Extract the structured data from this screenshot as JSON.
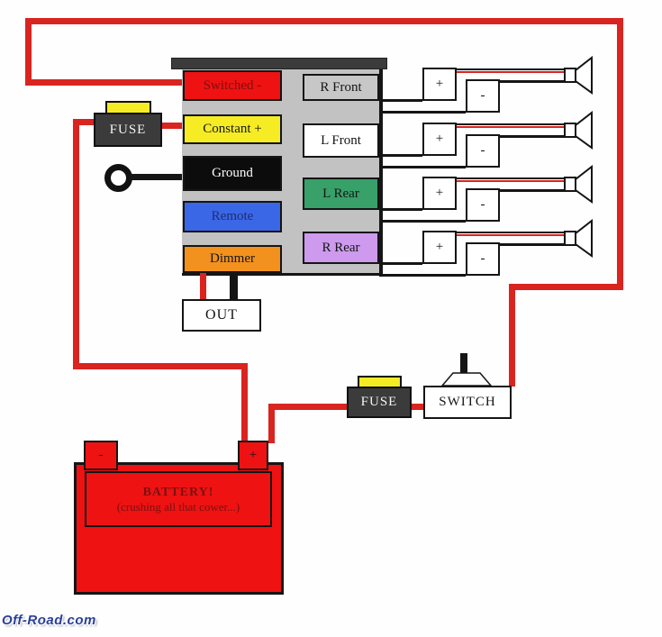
{
  "head_unit": {
    "wires": [
      {
        "label": "Switched -",
        "box_color": "#ee1212",
        "label_color": "#7d0f0f"
      },
      {
        "label": "Constant +",
        "box_color": "#f5ec24",
        "label_color": "#151515"
      },
      {
        "label": "Ground",
        "box_color": "#0c0c0c",
        "label_color": "#ffffff"
      },
      {
        "label": "Remote",
        "box_color": "#3a67e6",
        "label_color": "#1c2d77"
      },
      {
        "label": "Dimmer",
        "box_color": "#f2911d",
        "label_color": "#151515"
      }
    ],
    "channels": [
      {
        "label": "R Front",
        "box_color": "#c7c7c7",
        "label_color": "#151515"
      },
      {
        "label": "L Front",
        "box_color": "#ffffff",
        "label_color": "#151515"
      },
      {
        "label": "L Rear",
        "box_color": "#37a169",
        "label_color": "#151515"
      },
      {
        "label": "R Rear",
        "box_color": "#cd9aee",
        "label_color": "#151515"
      }
    ],
    "out_label": "OUT"
  },
  "speaker_terminals": {
    "positive": "+",
    "negative": "-"
  },
  "components": {
    "fuse_head": "FUSE",
    "fuse_battery": "FUSE",
    "switch": "SWITCH"
  },
  "battery": {
    "title": "BATTERY!",
    "subtitle": "(crushing all that cower...)",
    "negative": "-",
    "positive": "+",
    "text_color": "#7d1010"
  },
  "watermark": "Off-Road.com",
  "colors": {
    "wire": "#d92420",
    "component_body": "#3b3b3b",
    "fuse_cap": "#f5ec24",
    "connector_gray": "#c2c2c2",
    "battery_red": "#ee1212"
  }
}
